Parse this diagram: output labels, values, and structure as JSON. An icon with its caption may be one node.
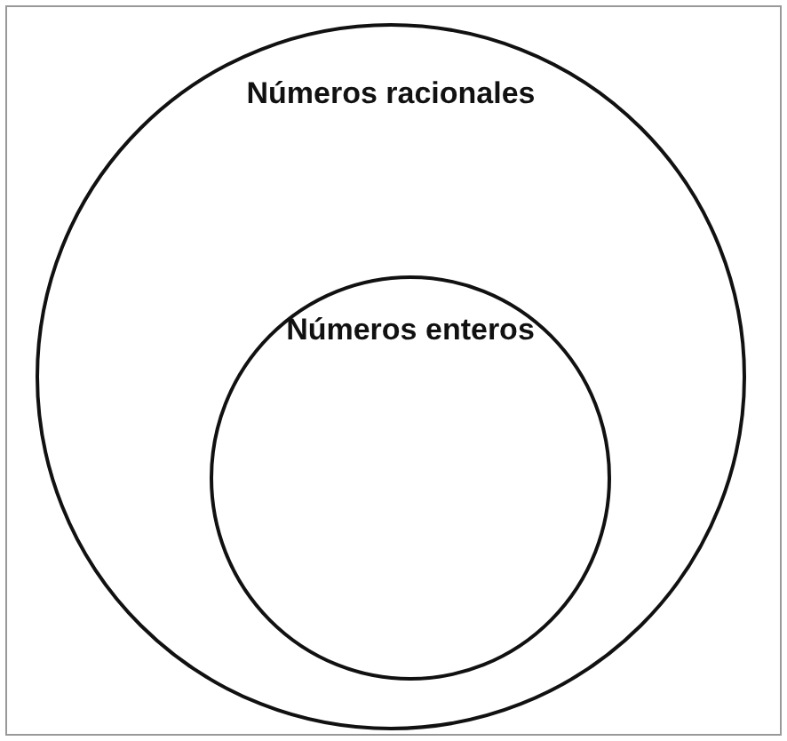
{
  "diagram": {
    "nodes": [
      {
        "text": [
          "Números racionales"
        ]
      },
      {
        "text": [
          "Números enteros"
        ],
        "in": 0
      }
    ]
  }
}
